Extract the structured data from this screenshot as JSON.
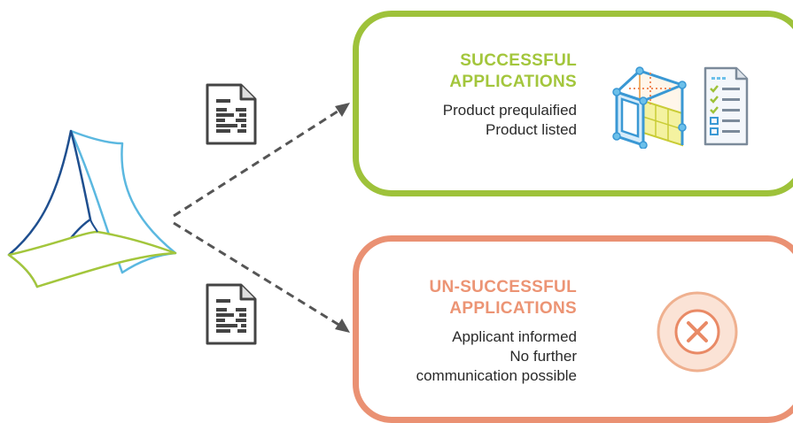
{
  "success": {
    "heading_line1": "SUCCESSFUL",
    "heading_line2": "APPLICATIONS",
    "detail_line1": "Product prequlaified",
    "detail_line2": "Product listed",
    "accent_color": "#9ec23a"
  },
  "failure": {
    "heading_line1": "UN-SUCCESSFUL",
    "heading_line2": "APPLICATIONS",
    "detail_line1": "Applicant informed",
    "detail_line2": "No further",
    "detail_line3": "communication possible",
    "accent_color": "#ea9173"
  },
  "icons": {
    "logo": "triangular-ribbon-logo-icon",
    "document": "document-icon",
    "cube": "cube-grid-icon",
    "checklist": "checklist-icon",
    "reject": "x-circle-icon"
  }
}
